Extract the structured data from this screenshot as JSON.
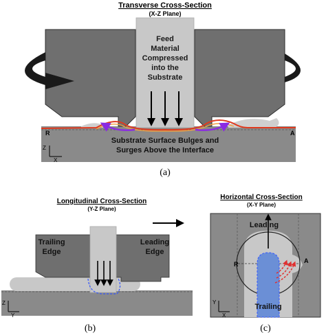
{
  "panel_a": {
    "title": "Transverse Cross-Section",
    "subtitle": "(X-Z Plane)",
    "feed_lines": [
      "Feed",
      "Material",
      "Compressed",
      "into the",
      "Substrate"
    ],
    "label_r": "R",
    "label_a": "A",
    "bulge_line1": "Substrate Surface Bulges and",
    "bulge_line2": "Surges Above the Interface",
    "axis_z": "Z",
    "axis_x": "X",
    "caption": "(a)"
  },
  "panel_b": {
    "title": "Longitudinal Cross-Section",
    "subtitle": "(Y-Z Plane)",
    "trailing_line1": "Trailing",
    "trailing_line2": "Edge",
    "leading_line1": "Leading",
    "leading_line2": "Edge",
    "axis_z": "Z",
    "axis_y": "Y",
    "caption": "(b)"
  },
  "panel_c": {
    "title": "Horizontal Cross-Section",
    "subtitle": "(X-Y Plane)",
    "leading": "Leading",
    "trailing": "Trailing",
    "label_r": "R",
    "label_a": "A",
    "axis_y": "Y",
    "axis_x": "X",
    "caption": "(c)"
  },
  "colors": {
    "tool": "#6f6f6f",
    "substrate": "#8a8a8a",
    "feed": "#c8c8c8",
    "rotation_arrow": "#1a1a1a",
    "interface_red": "#e03a1e",
    "interface_orange": "#f0a040",
    "flow_purple": "#8a2be2",
    "trailing_blue": "#6b8fd6",
    "flow_red": "#e03030"
  }
}
